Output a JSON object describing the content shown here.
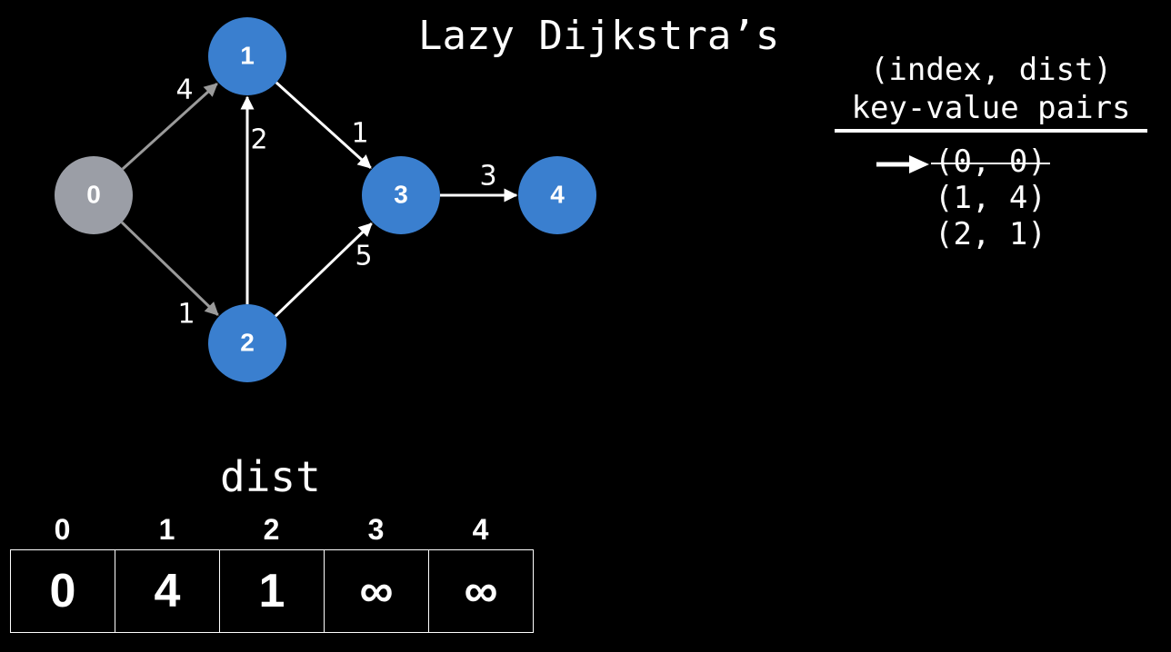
{
  "title": "Lazy Dijkstra’s",
  "colors": {
    "background": "#000000",
    "node_active": "#3a7fcf",
    "node_visited": "#9b9ea6",
    "edge_visited": "#9a9a9a",
    "edge_default": "#ffffff",
    "text": "#ffffff"
  },
  "graph": {
    "nodes": [
      {
        "id": "0",
        "label": "0",
        "state": "visited"
      },
      {
        "id": "1",
        "label": "1",
        "state": "active"
      },
      {
        "id": "2",
        "label": "2",
        "state": "active"
      },
      {
        "id": "3",
        "label": "3",
        "state": "active"
      },
      {
        "id": "4",
        "label": "4",
        "state": "active"
      }
    ],
    "edges": [
      {
        "from": "0",
        "to": "1",
        "weight": "4",
        "state": "visited"
      },
      {
        "from": "0",
        "to": "2",
        "weight": "1",
        "state": "visited"
      },
      {
        "from": "2",
        "to": "1",
        "weight": "2",
        "state": "default"
      },
      {
        "from": "1",
        "to": "3",
        "weight": "1",
        "state": "default"
      },
      {
        "from": "2",
        "to": "3",
        "weight": "5",
        "state": "default"
      },
      {
        "from": "3",
        "to": "4",
        "weight": "3",
        "state": "default"
      }
    ]
  },
  "priority_queue": {
    "header_line1": "(index, dist)",
    "header_line2": "key-value pairs",
    "items": [
      {
        "text": "(0, 0)",
        "polled": true
      },
      {
        "text": "(1, 4)",
        "polled": false
      },
      {
        "text": "(2, 1)",
        "polled": false
      }
    ],
    "pointer_icon": "arrow-right-icon"
  },
  "dist": {
    "title": "dist",
    "indices": [
      "0",
      "1",
      "2",
      "3",
      "4"
    ],
    "values": [
      "0",
      "4",
      "1",
      "∞",
      "∞"
    ]
  }
}
